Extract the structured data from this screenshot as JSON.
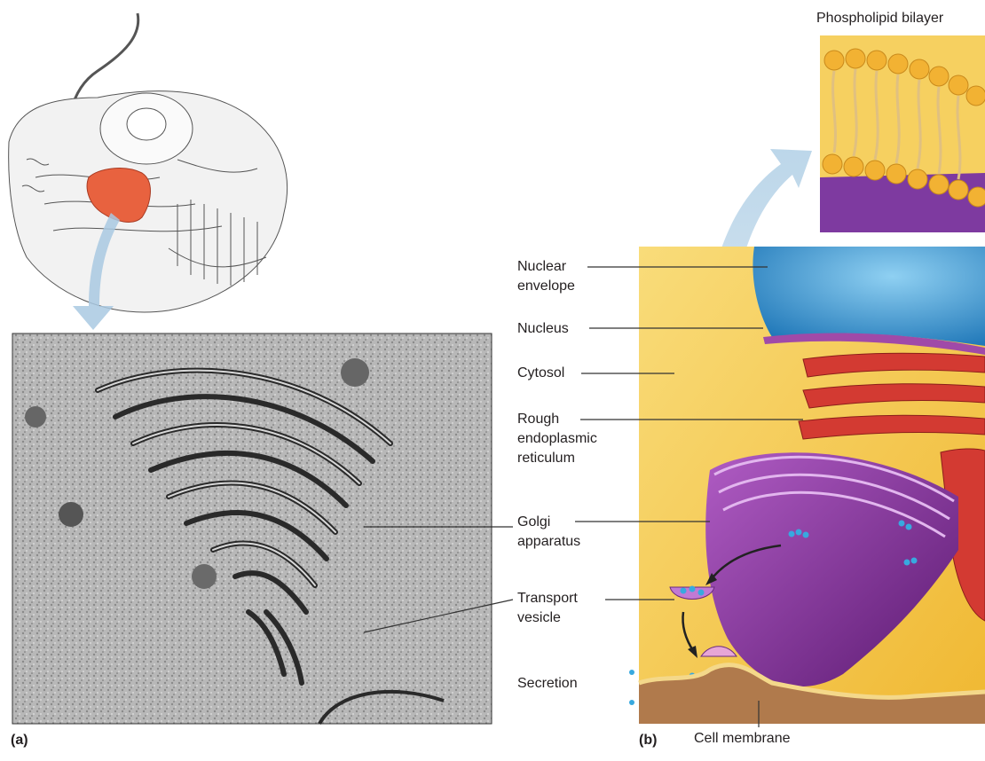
{
  "panels": {
    "a": "(a)",
    "b": "(b)"
  },
  "labels": {
    "phospholipid_bilayer": "Phospholipid bilayer",
    "nuclear_envelope": "Nuclear\nenvelope",
    "nucleus": "Nucleus",
    "cytosol": "Cytosol",
    "rough_er": "Rough\nendoplasmic\nreticulum",
    "golgi": "Golgi\napparatus",
    "transport_vesicle": "Transport\nvesicle",
    "secretion": "Secretion",
    "cell_membrane": "Cell membrane"
  },
  "colors": {
    "cytosol": "#f6c94a",
    "nucleus": "#3a9ad6",
    "rough_er": "#d33a32",
    "golgi": "#7a2a90",
    "vesicle_dots": "#38a9df",
    "lipid_head": "#f2b233",
    "highlight_golgi": "#e8623f"
  }
}
